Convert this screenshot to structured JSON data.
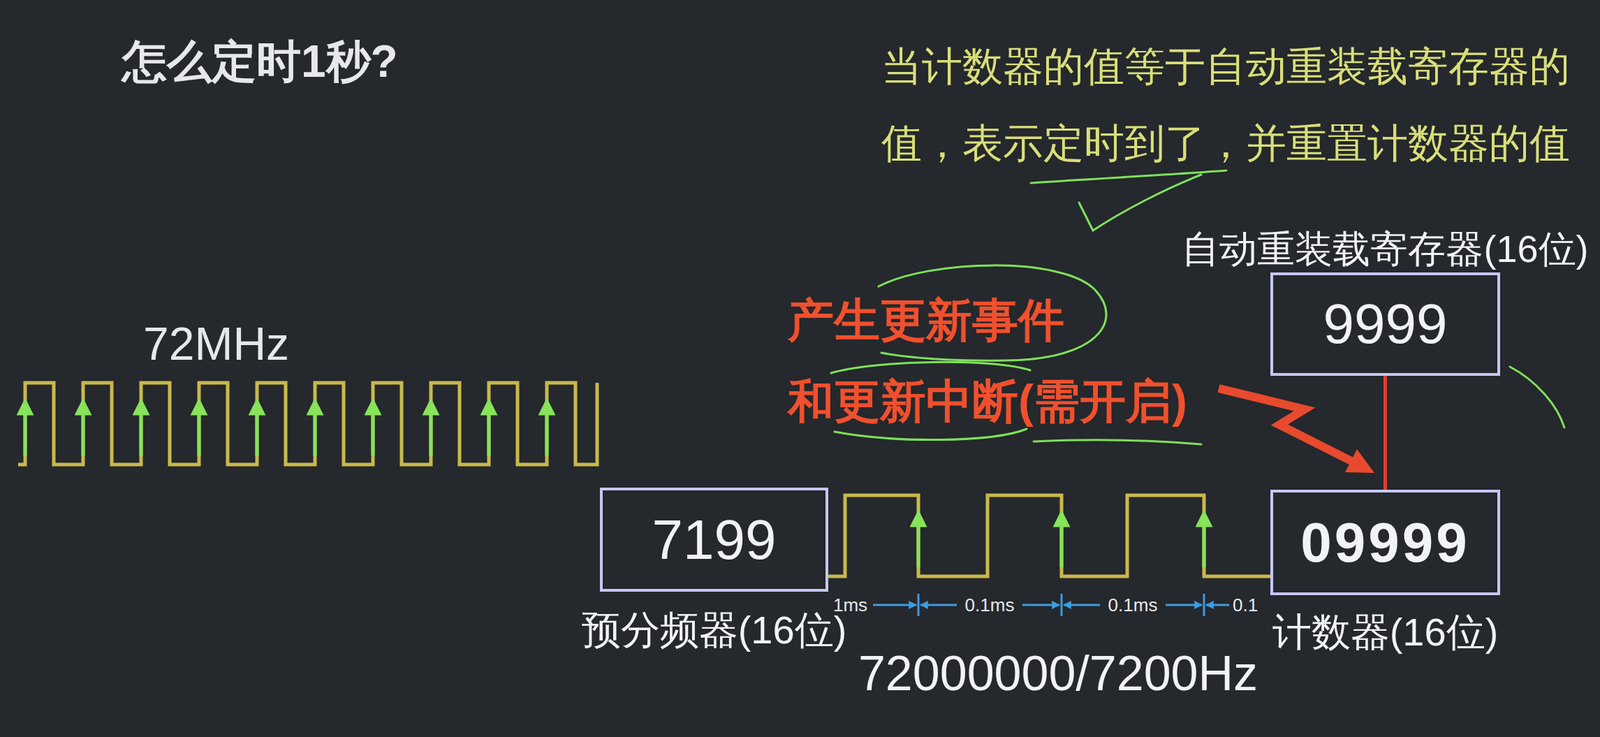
{
  "diagram": {
    "title": "怎么定时1秒?",
    "nodes": [
      {
        "text": [
          "自动重装载寄存器(16位)",
          "9999"
        ]
      },
      {
        "text": [
          "7199",
          "预分频器(16位)"
        ]
      },
      {
        "text": [
          "09999",
          "计数器(16位)"
        ]
      }
    ],
    "edges": [
      {
        "from": 0,
        "to": 2,
        "arrow": "none"
      }
    ],
    "labels": [
      "当计数器的值等于自动重装载寄存器的 值，表示定时到了，并重置计数器的值",
      "产生更新事件",
      "和更新中断(需开启)",
      "72MHz",
      "1ms",
      "0.1ms",
      "0.1ms",
      "0.1",
      "72000000/7200Hz"
    ]
  }
}
